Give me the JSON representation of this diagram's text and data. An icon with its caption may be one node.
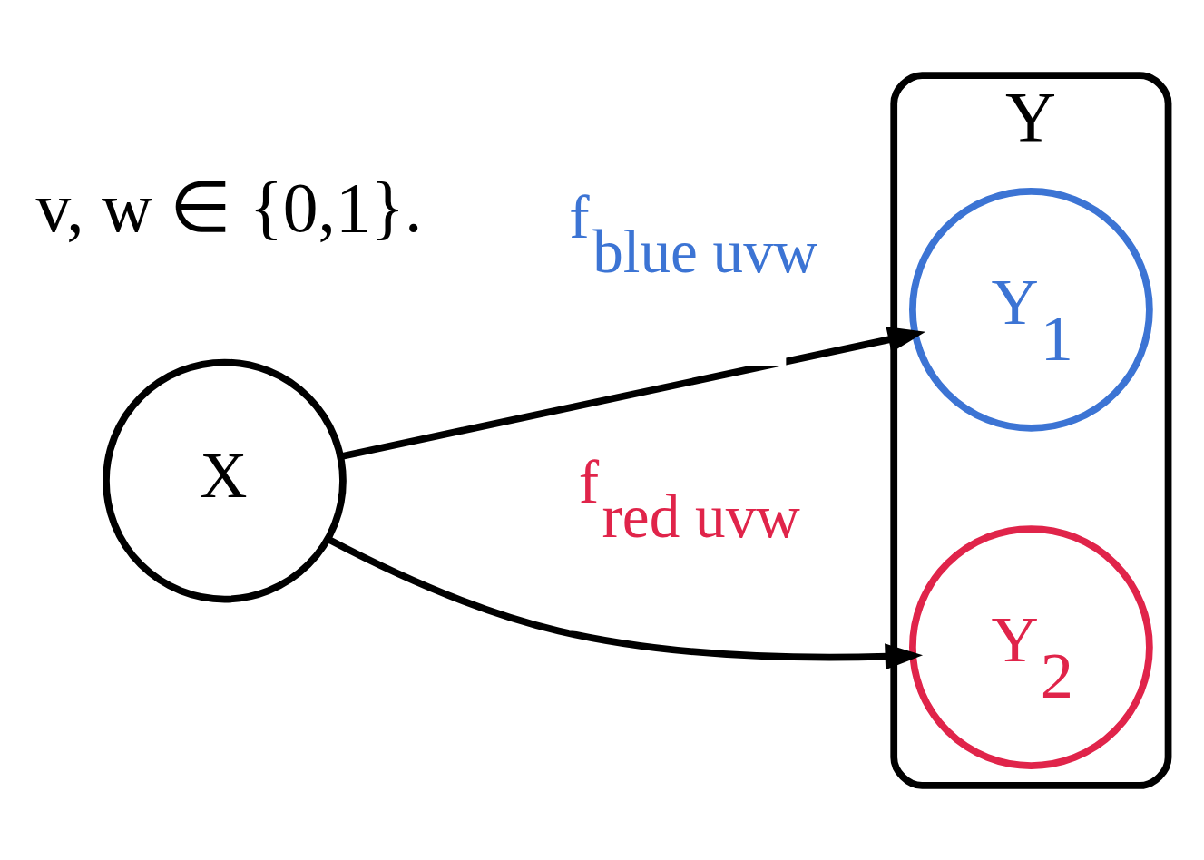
{
  "diagram": {
    "nodes": [
      {
        "text": [
          "X"
        ]
      },
      {
        "text": [
          "Y"
        ]
      },
      {
        "text": [
          "Y$_{1}$"
        ],
        "in": 1
      },
      {
        "text": [
          "Y$_{2}$"
        ],
        "in": 1
      }
    ],
    "edges": [
      {
        "from": 0,
        "to": 2,
        "arrow": "to",
        "label": "f$_{blue uvw}$"
      },
      {
        "from": 0,
        "to": 3,
        "arrow": "to",
        "label": "f$_{red uvw}$"
      }
    ],
    "labels": [
      "v, w ∈ {0,1}."
    ]
  }
}
